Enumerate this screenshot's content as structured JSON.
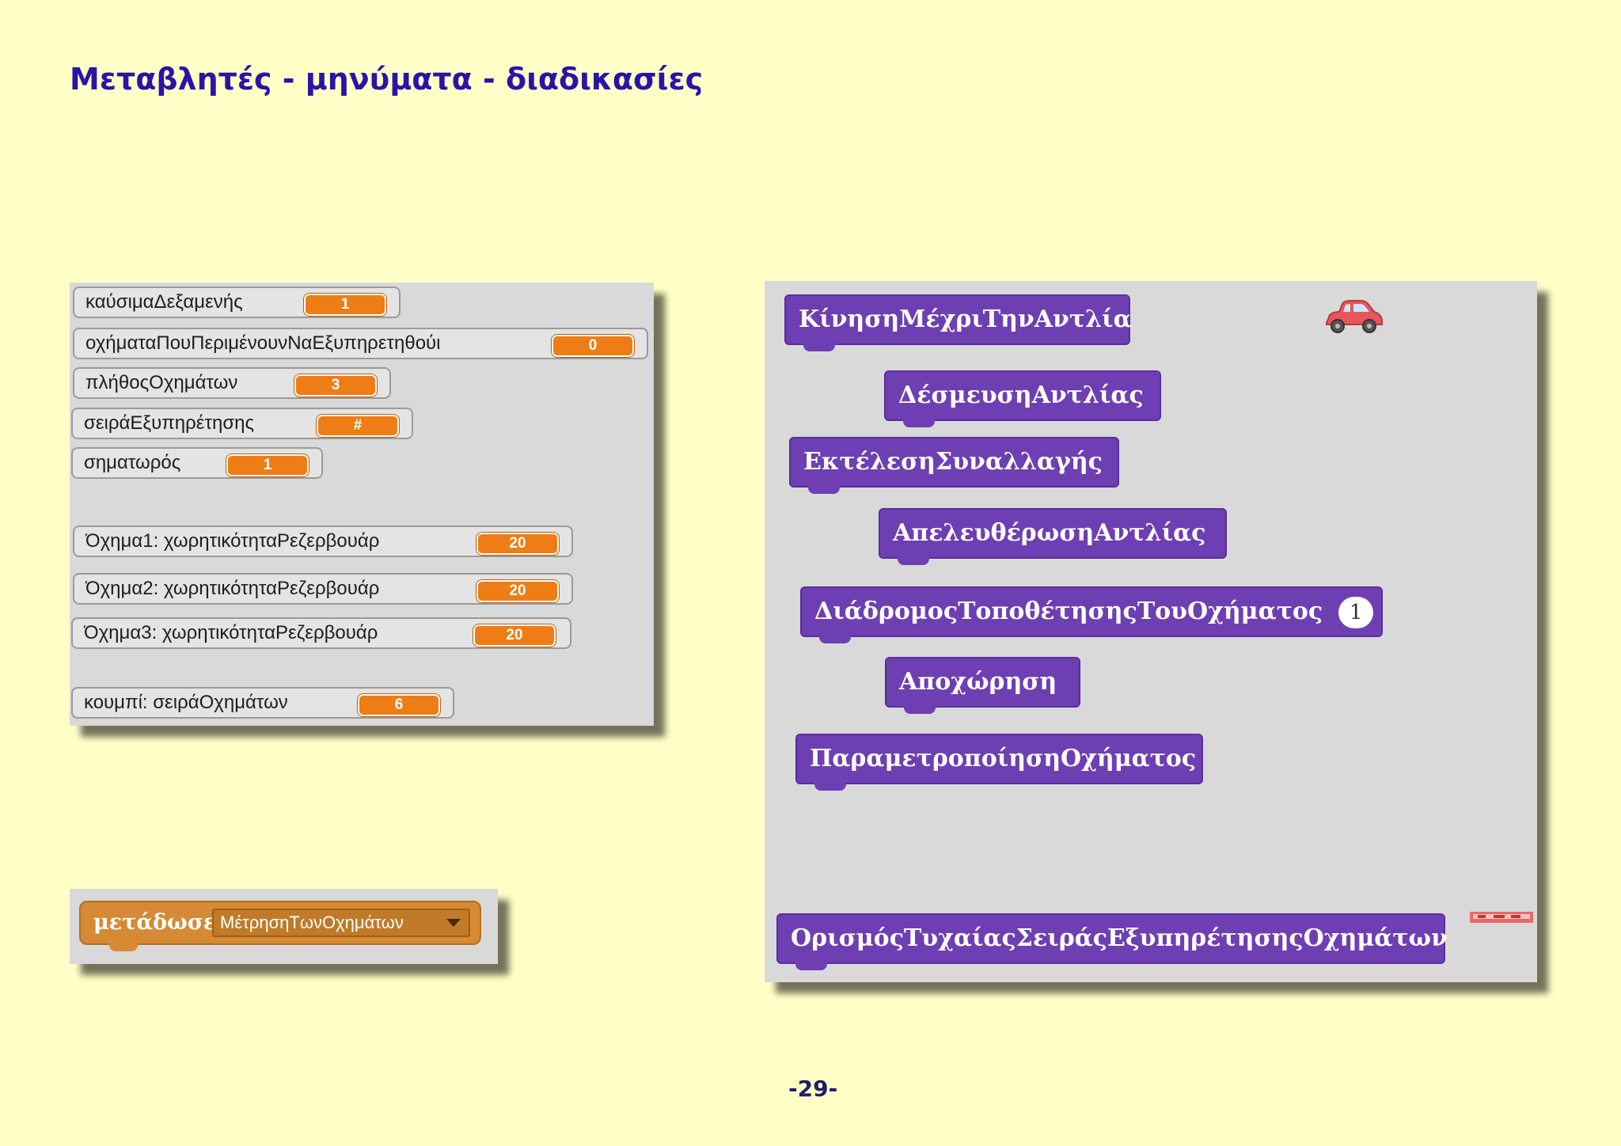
{
  "page": {
    "title": "Μεταβλητές - μηνύματα - διαδικασίες",
    "page_number": "-29-"
  },
  "variables": [
    {
      "name": "καύσιμαΔεξαμενής",
      "value": "1"
    },
    {
      "name": "οχήματαΠουΠεριμένουνΝαΕξυπηρετηθούι",
      "value": "0"
    },
    {
      "name": "πλήθοςΟχημάτων",
      "value": "3"
    },
    {
      "name": "σειράΕξυπηρέτησης",
      "value": "#"
    },
    {
      "name": "σηματωρός",
      "value": "1"
    },
    {
      "name": "Όχημα1: χωρητικότηταΡεζερβουάρ",
      "value": "20"
    },
    {
      "name": "Όχημα2: χωρητικότηταΡεζερβουάρ",
      "value": "20"
    },
    {
      "name": "Όχημα3: χωρητικότηταΡεζερβουάρ",
      "value": "20"
    },
    {
      "name": "κουμπί: σειράΟχημάτων",
      "value": "6"
    }
  ],
  "broadcast": {
    "label": "μετάδωσε",
    "message": "ΜέτρησηΤωνΟχημάτων"
  },
  "blocks": [
    {
      "label": "ΚίνησηΜέχριΤηνΑντλία"
    },
    {
      "label": "ΔέσμευσηΑντλίας"
    },
    {
      "label": "ΕκτέλεσηΣυναλλαγής"
    },
    {
      "label": "ΑπελευθέρωσηΑντλίας"
    },
    {
      "label": "ΔιάδρομοςΤοποθέτησηςΤουΟχήματος",
      "argument": "1"
    },
    {
      "label": "Αποχώρηση"
    },
    {
      "label": "ΠαραμετροποίησηΟχήματος"
    },
    {
      "label": "ΟρισμόςΤυχαίαςΣειράςΕξυπηρέτησηςΟχημάτων"
    }
  ],
  "colors": {
    "background": "#FFFFC7",
    "title": "#2A14A6",
    "panel": "#D9D9D9",
    "variable_value": "#EE7D16",
    "custom_block": "#6E3FB2",
    "event_block": "#D58A33"
  },
  "icons": [
    "car-sprite-icon",
    "stage-thumbnail-icon",
    "chevron-down-icon"
  ]
}
